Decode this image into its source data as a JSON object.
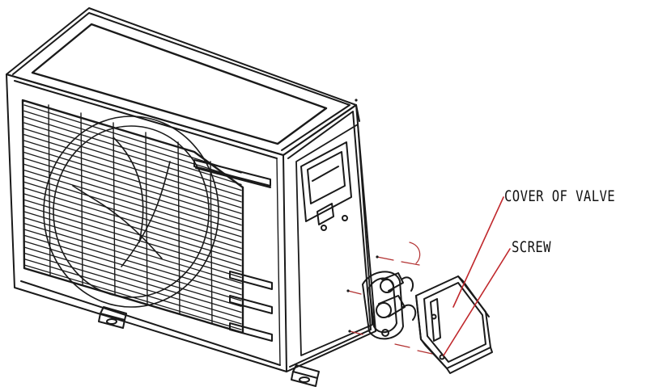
{
  "diagram": {
    "callouts": [
      {
        "id": "cover",
        "text": "COVER OF VALVE"
      },
      {
        "id": "screw",
        "text": "SCREW"
      }
    ],
    "colors": {
      "outline": "#1a1a1a",
      "leader_line": "#c0282c",
      "background": "#ffffff"
    }
  }
}
